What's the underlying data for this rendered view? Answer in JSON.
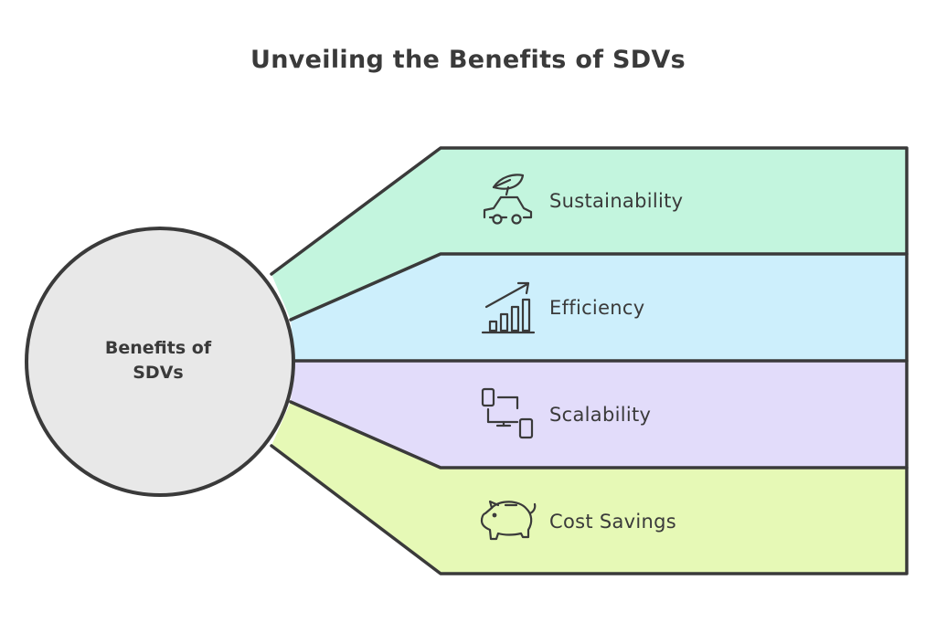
{
  "title": "Unveiling the Benefits of SDVs",
  "center": {
    "line1": "Benefits of",
    "line2": "SDVs",
    "color": "#e8e8e8"
  },
  "benefits": [
    {
      "label": "Sustainability",
      "icon": "car-leaf-icon",
      "color": "#c3f5de"
    },
    {
      "label": "Efficiency",
      "icon": "growth-chart-icon",
      "color": "#cdeffc"
    },
    {
      "label": "Scalability",
      "icon": "devices-network-icon",
      "color": "#e2dcfa"
    },
    {
      "label": "Cost Savings",
      "icon": "piggy-bank-icon",
      "color": "#e6f9b6"
    }
  ],
  "stroke_color": "#3a3a3a"
}
